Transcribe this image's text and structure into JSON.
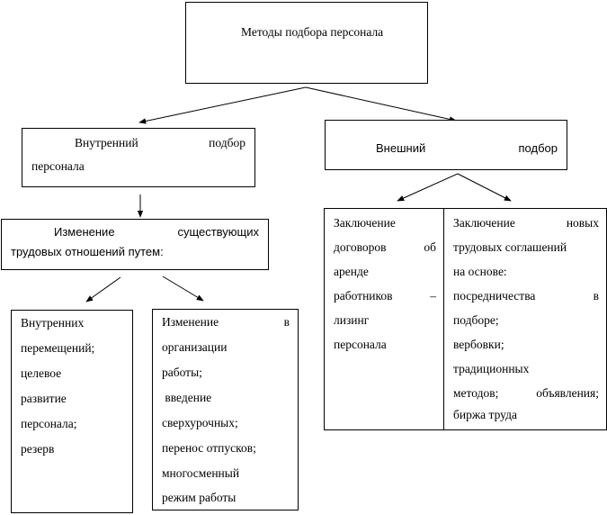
{
  "diagram": {
    "root": {
      "label": "Методы подбора персонала"
    },
    "internal": {
      "line1_a": "Внутренний",
      "line1_b": "подбор",
      "line2": "персонала"
    },
    "external": {
      "word_a": "Внешний",
      "word_b": "подбор"
    },
    "change": {
      "line1_a": "Изменение",
      "line1_b": "существующих",
      "line2": "трудовых отношений путем:"
    },
    "internal_moves": {
      "lines": [
        "Внутренних",
        "перемещений;",
        "целевое",
        "развитие",
        "персонала;",
        "резерв"
      ]
    },
    "org_change": {
      "line1_a": "Изменение",
      "line1_b": "в",
      "lines": [
        "организации",
        "работы;",
        " введение",
        "сверхурочных;",
        "перенос отпусков;",
        "многосменный",
        "режим работы"
      ]
    },
    "leasing": {
      "line1": "Заключение",
      "line2_a": "договоров",
      "line2_b": "об",
      "line3": "аренде",
      "line4_a": "работников",
      "line4_b": "–",
      "line5": "лизинг",
      "line6": "персонала"
    },
    "new_agreements": {
      "line1_a": "Заключение",
      "line1_b": "новых",
      "line2": "трудовых соглашений",
      "line3": "на основе:",
      "line4_a": "посредничества",
      "line4_b": "в",
      "line5": "подборе;",
      "line6": "вербовки;",
      "line7": "традиционных",
      "line8_a": "методов;",
      "line8_b": "объявления;",
      "line9": "биржа труда"
    }
  }
}
